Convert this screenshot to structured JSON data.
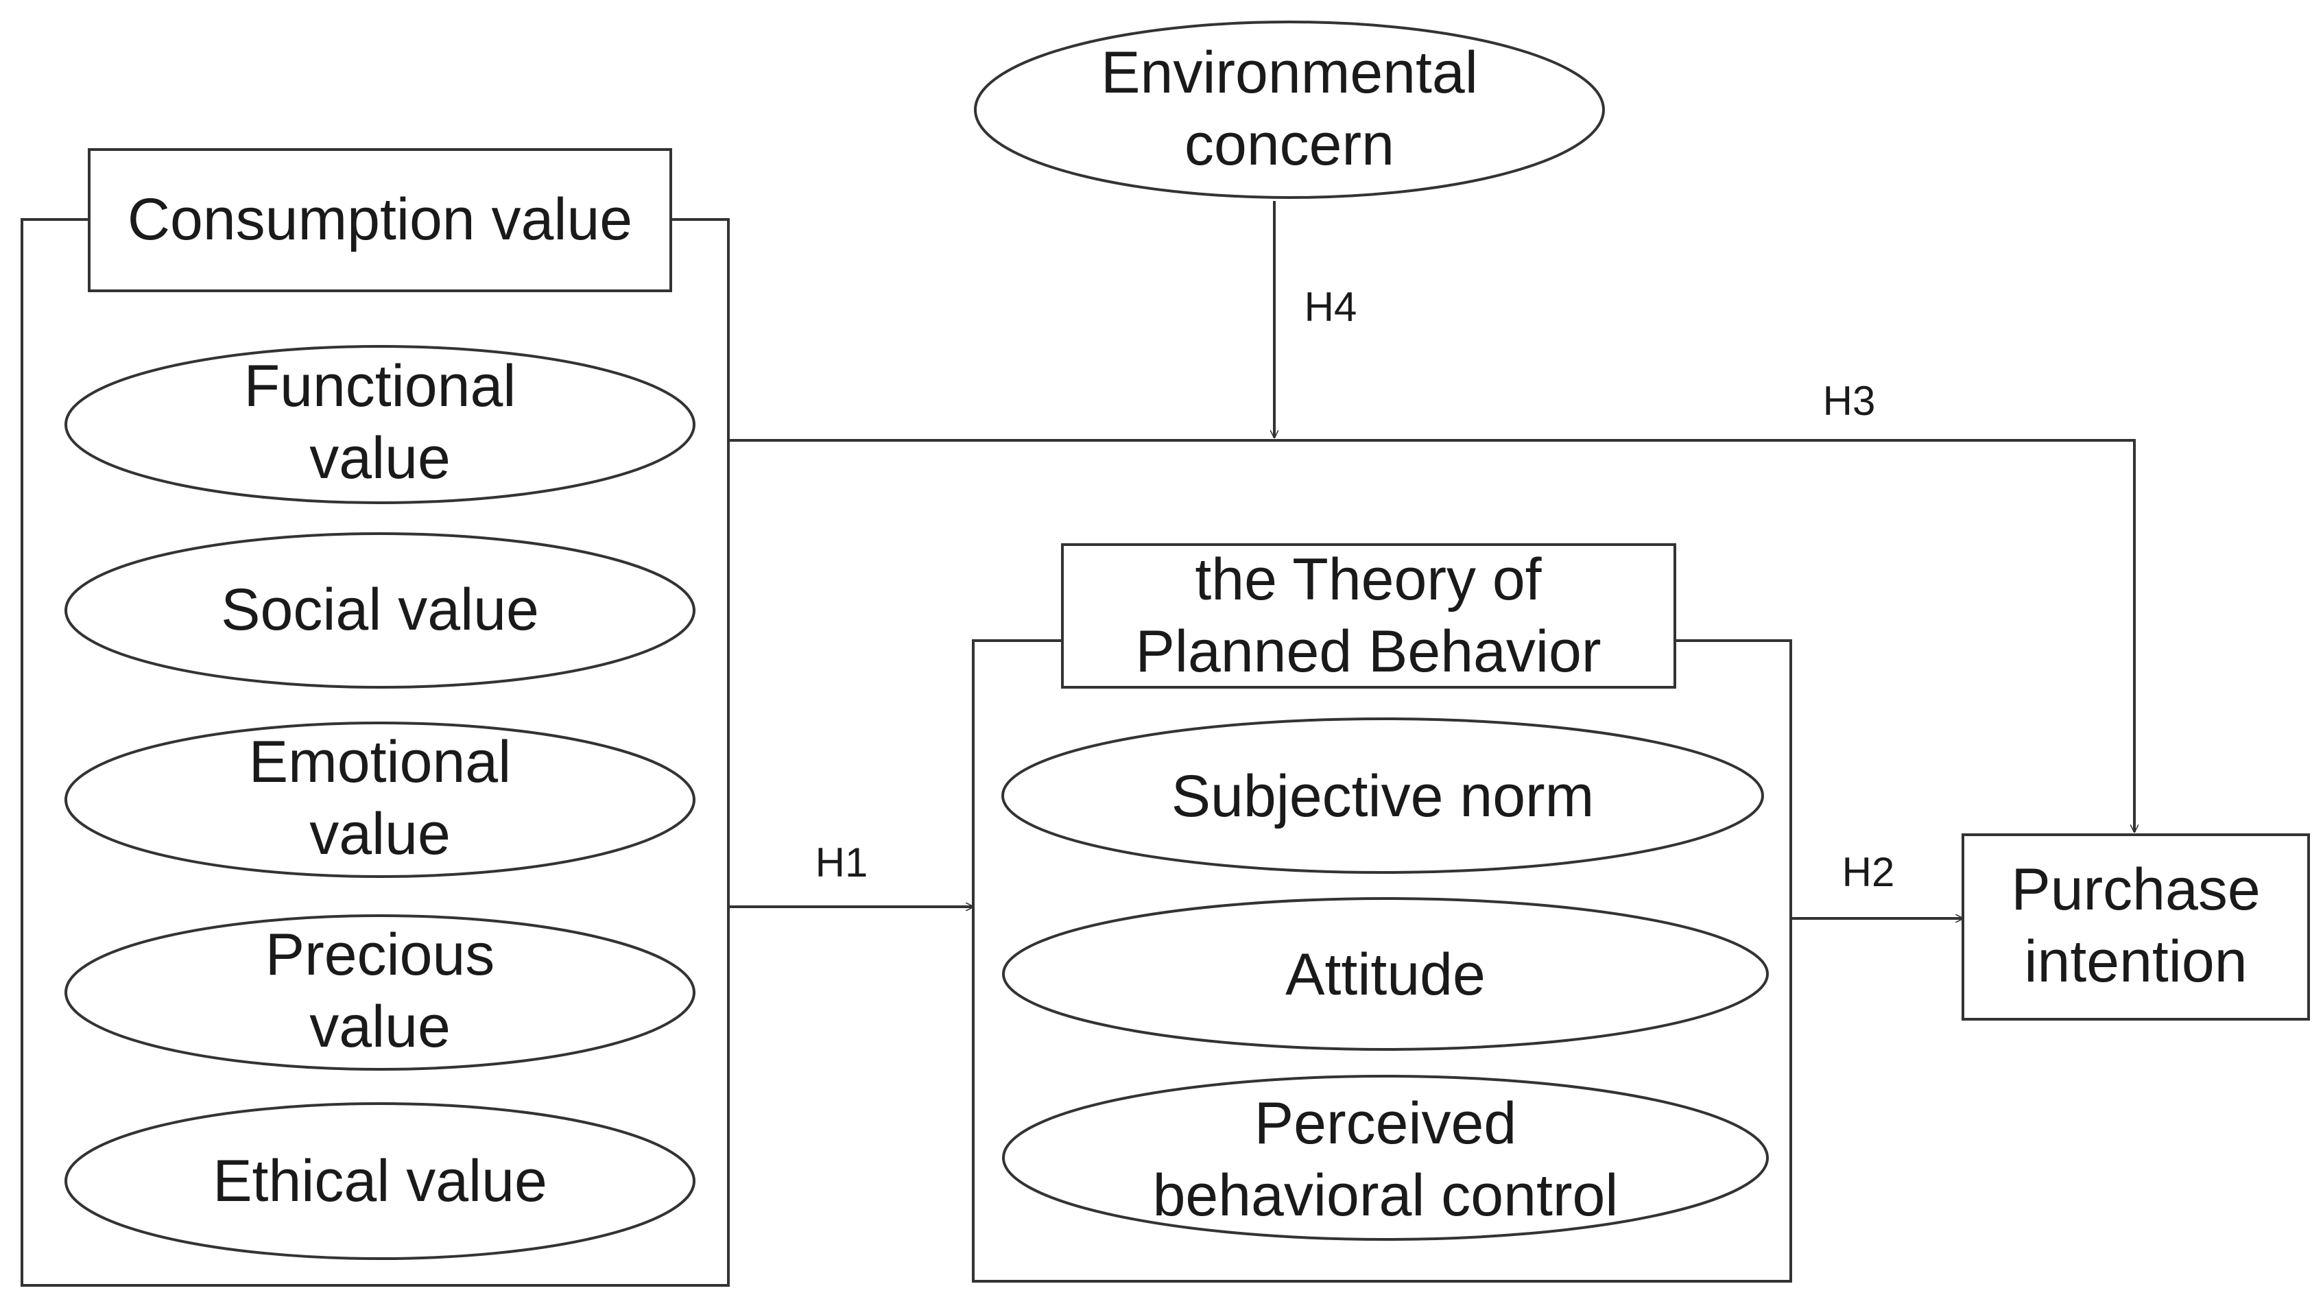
{
  "colors": {
    "stroke": "#333333",
    "text": "#1a1a1a",
    "background": "#ffffff"
  },
  "nodes": {
    "environmental_concern": {
      "lines": [
        "Environmental",
        "concern"
      ]
    },
    "consumption_value": {
      "lines": [
        "Consumption value"
      ]
    },
    "functional_value": {
      "lines": [
        "Functional",
        "value"
      ]
    },
    "social_value": {
      "lines": [
        "Social value"
      ]
    },
    "emotional_value": {
      "lines": [
        "Emotional",
        "value"
      ]
    },
    "precious_value": {
      "lines": [
        "Precious",
        "value"
      ]
    },
    "ethical_value": {
      "lines": [
        "Ethical value"
      ]
    },
    "tpb": {
      "lines": [
        "the Theory of",
        "Planned Behavior"
      ]
    },
    "subjective_norm": {
      "lines": [
        "Subjective norm"
      ]
    },
    "attitude": {
      "lines": [
        "Attitude"
      ]
    },
    "perceived_control": {
      "lines": [
        "Perceived",
        "behavioral control"
      ]
    },
    "purchase_intention": {
      "lines": [
        "Purchase",
        "intention"
      ]
    }
  },
  "edges": {
    "h1": {
      "label": "H1",
      "from": "Consumption value",
      "to": "the Theory of Planned Behavior"
    },
    "h2": {
      "label": "H2",
      "from": "the Theory of Planned Behavior",
      "to": "Purchase intention"
    },
    "h3": {
      "label": "H3",
      "from": "Consumption value",
      "to": "Purchase intention"
    },
    "h4": {
      "label": "H4",
      "from": "Environmental concern",
      "to": "H3"
    }
  }
}
